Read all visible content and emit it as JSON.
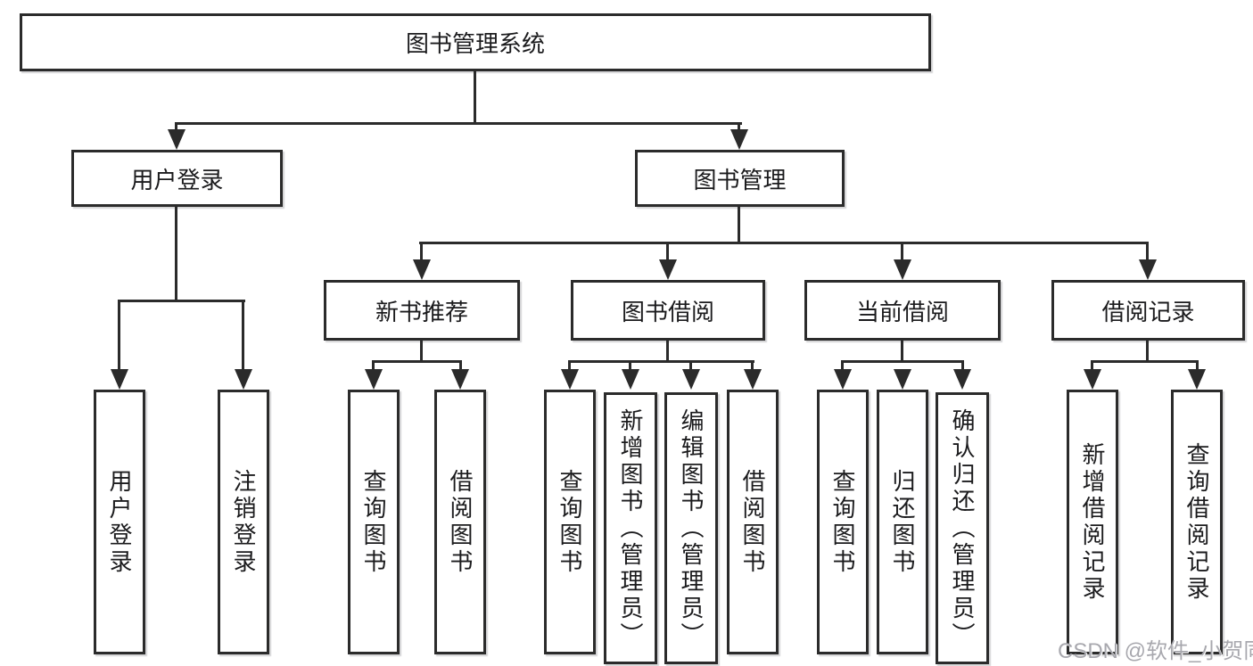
{
  "tree": {
    "root": {
      "label": "图书管理系统",
      "children": [
        {
          "label": "用户登录",
          "children": [
            {
              "label": "用户登录"
            },
            {
              "label": "注销登录"
            }
          ]
        },
        {
          "label": "图书管理",
          "children": [
            {
              "label": "新书推荐",
              "children": [
                {
                  "label": "查询图书"
                },
                {
                  "label": "借阅图书"
                }
              ]
            },
            {
              "label": "图书借阅",
              "children": [
                {
                  "label": "查询图书"
                },
                {
                  "label": "新增图书（管理员）"
                },
                {
                  "label": "编辑图书（管理员）"
                },
                {
                  "label": "借阅图书"
                }
              ]
            },
            {
              "label": "当前借阅",
              "children": [
                {
                  "label": "查询图书"
                },
                {
                  "label": "归还图书"
                },
                {
                  "label": "确认归还（管理员）"
                }
              ]
            },
            {
              "label": "借阅记录",
              "children": [
                {
                  "label": "新增借阅记录"
                },
                {
                  "label": "查询借阅记录"
                }
              ]
            }
          ]
        }
      ]
    }
  },
  "watermark": "CSDN @软件_小贺同学",
  "colors": {
    "line": "#2b2b2b",
    "text": "#1b1b1d",
    "background": "#ffffff",
    "watermark": "#a8a8ae"
  }
}
